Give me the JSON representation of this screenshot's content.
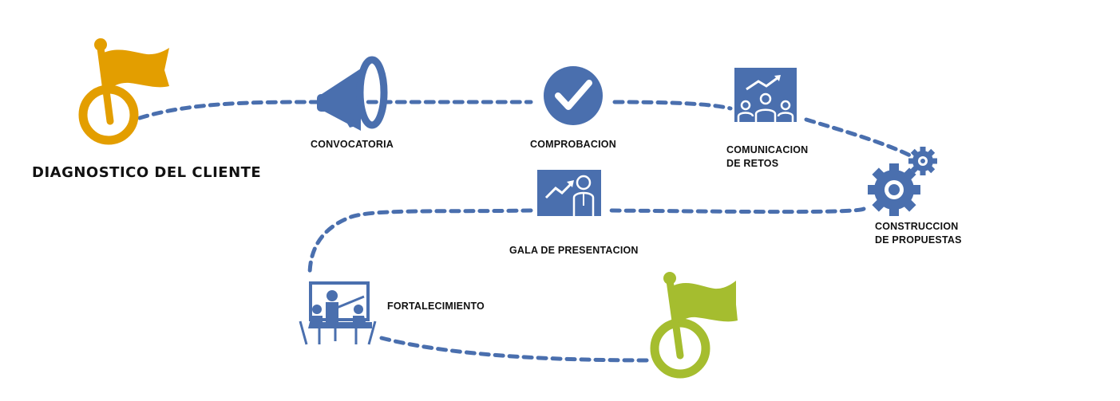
{
  "colors": {
    "path_blue": "#4a6fae",
    "icon_blue": "#4a6fae",
    "start_flag": "#e39e00",
    "end_flag": "#a5bd2f",
    "text": "#111111"
  },
  "steps": {
    "start": {
      "label": "DIAGNOSTICO DEL CLIENTE",
      "icon": "flag-start-icon"
    },
    "convocatoria": {
      "label": "CONVOCATORIA",
      "icon": "megaphone-icon"
    },
    "comprobacion": {
      "label": "COMPROBACION",
      "icon": "checkmark-icon"
    },
    "comunicacion": {
      "label": "COMUNICACION\nDE RETOS",
      "icon": "presentation-team-icon"
    },
    "construccion": {
      "label": "CONSTRUCCION\nDE PROPUESTAS",
      "icon": "gears-icon"
    },
    "gala": {
      "label": "GALA DE PRESENTACION",
      "icon": "presenter-chart-icon"
    },
    "fortalecimiento": {
      "label": "FORTALECIMIENTO",
      "icon": "classroom-icon"
    },
    "end": {
      "icon": "flag-end-icon"
    }
  }
}
